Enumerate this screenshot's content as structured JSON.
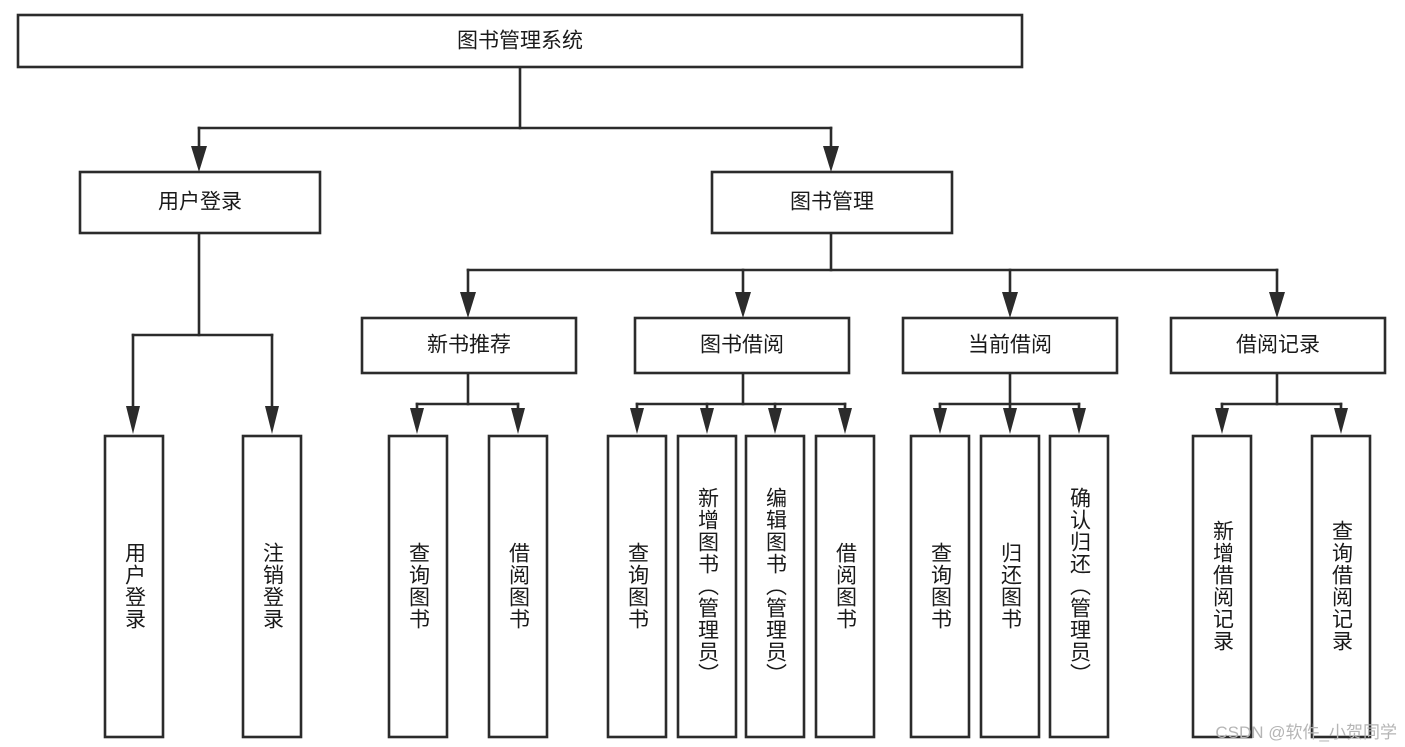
{
  "diagram": {
    "type": "tree-hierarchy",
    "title": "图书管理系统",
    "root": {
      "label": "图书管理系统",
      "level": 0
    },
    "level1": [
      {
        "id": "user-login",
        "label": "用户登录"
      },
      {
        "id": "book-management",
        "label": "图书管理"
      }
    ],
    "level2": [
      {
        "id": "new-book-recommend",
        "label": "新书推荐",
        "parent": "book-management"
      },
      {
        "id": "book-borrow",
        "label": "图书借阅",
        "parent": "book-management"
      },
      {
        "id": "current-borrow",
        "label": "当前借阅",
        "parent": "book-management"
      },
      {
        "id": "borrow-record",
        "label": "借阅记录",
        "parent": "book-management"
      }
    ],
    "leaves": {
      "user-login": [
        {
          "id": "leaf-user-login",
          "label": "用户登录"
        },
        {
          "id": "leaf-logout-login",
          "label": "注销登录"
        }
      ],
      "new-book-recommend": [
        {
          "id": "leaf-query-book-1",
          "label": "查询图书"
        },
        {
          "id": "leaf-borrow-book-1",
          "label": "借阅图书"
        }
      ],
      "book-borrow": [
        {
          "id": "leaf-query-book-2",
          "label": "查询图书"
        },
        {
          "id": "leaf-add-book",
          "label": "新增图书（管理员）"
        },
        {
          "id": "leaf-edit-book",
          "label": "编辑图书（管理员）"
        },
        {
          "id": "leaf-borrow-book-2",
          "label": "借阅图书"
        }
      ],
      "current-borrow": [
        {
          "id": "leaf-query-book-3",
          "label": "查询图书"
        },
        {
          "id": "leaf-return-book",
          "label": "归还图书"
        },
        {
          "id": "leaf-confirm-return",
          "label": "确认归还（管理员）"
        }
      ],
      "borrow-record": [
        {
          "id": "leaf-add-record",
          "label": "新增借阅记录"
        },
        {
          "id": "leaf-query-record",
          "label": "查询借阅记录"
        }
      ]
    }
  },
  "watermark": {
    "text": "CSDN @软件_小贺同学"
  },
  "colors": {
    "background": "#ffffff",
    "box_fill": "#ffffff",
    "box_stroke": "#2b2b2b",
    "text": "#1a1a1a",
    "watermark": "#b5b5b5"
  }
}
